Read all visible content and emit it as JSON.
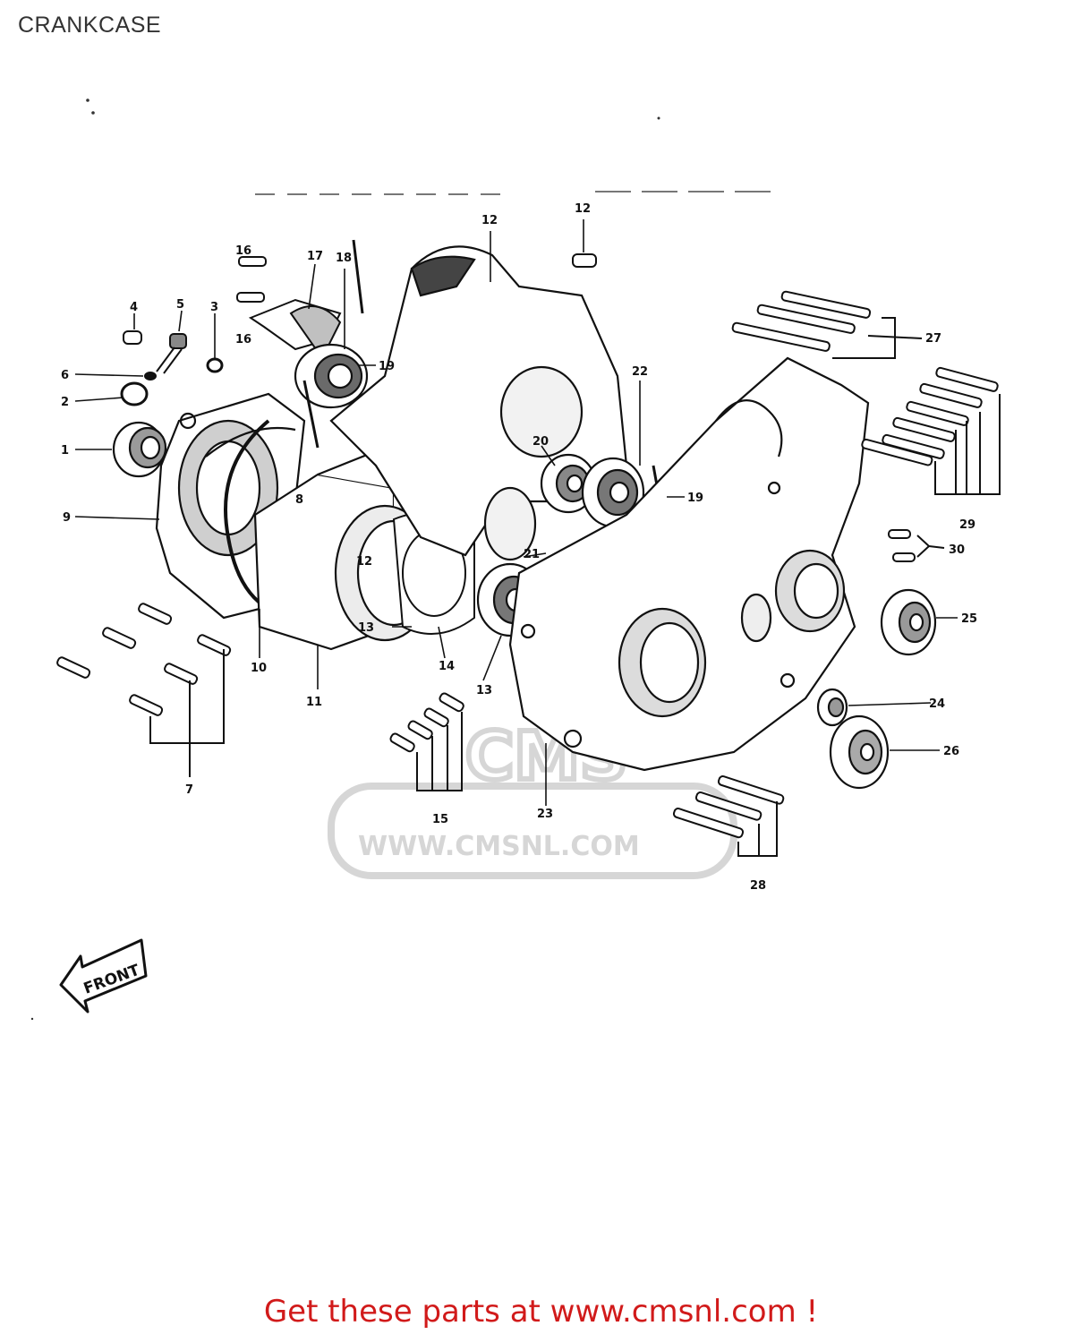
{
  "page": {
    "title": "CRANKCASE",
    "cta": "Get these parts at www.cmsnl.com !"
  },
  "watermark": {
    "logo": "CMS",
    "url": "WWW.CMSNL.COM"
  },
  "front_arrow": {
    "label": "FRONT"
  },
  "callouts": [
    "1",
    "2",
    "3",
    "4",
    "5",
    "6",
    "7",
    "8",
    "9",
    "10",
    "11",
    "12",
    "13",
    "14",
    "15",
    "16",
    "17",
    "18",
    "19",
    "20",
    "21",
    "22",
    "23",
    "24",
    "25",
    "26",
    "27",
    "28",
    "29",
    "30"
  ],
  "colors": {
    "line": "#111111",
    "watermark": "#d6d6d6",
    "cta": "#d11a1a",
    "title": "#333333"
  }
}
